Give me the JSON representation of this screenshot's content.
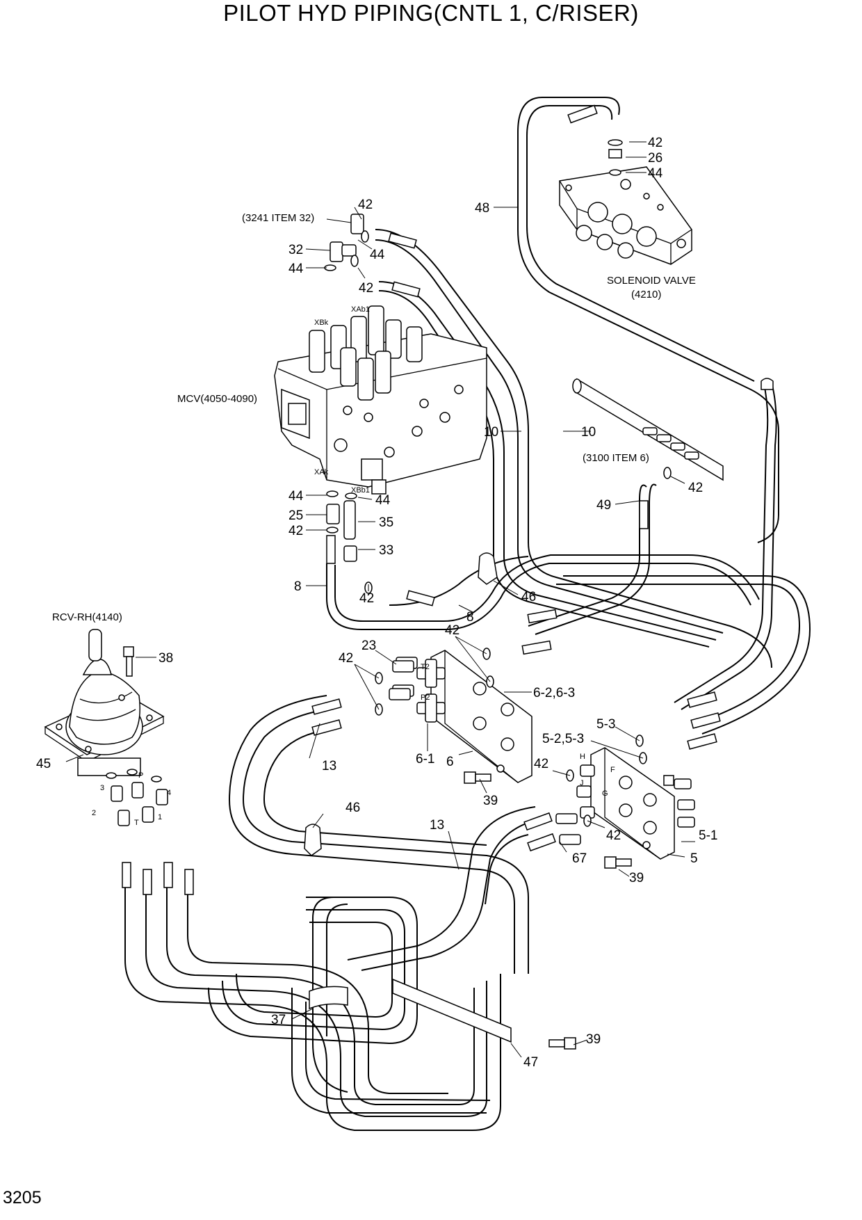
{
  "title": "PILOT HYD PIPING(CNTL 1, C/RISER)",
  "page_number": "3205",
  "components": {
    "mcv": "MCV(4050-4090)",
    "solenoid_valve": "SOLENOID VALVE",
    "solenoid_valve_ref": "(4210)",
    "rcv": "RCV-RH(4140)",
    "item_3241": "(3241 ITEM 32)",
    "item_3100": "(3100 ITEM 6)"
  },
  "ports": {
    "xbk": "XBk",
    "xab1": "XAb1",
    "xak": "XAk",
    "xbb1": "XBb1",
    "t2": "T2",
    "p2": "P2",
    "h": "H",
    "f": "F",
    "j": "J",
    "g": "G",
    "rcv_3": "3",
    "rcv_p": "P",
    "rcv_4": "4",
    "rcv_2": "2",
    "rcv_t": "T",
    "rcv_1": "1"
  },
  "callouts": [
    {
      "id": "c42a",
      "text": "42"
    },
    {
      "id": "c26",
      "text": "26"
    },
    {
      "id": "c44a",
      "text": "44"
    },
    {
      "id": "c48",
      "text": "48"
    },
    {
      "id": "c42b",
      "text": "42"
    },
    {
      "id": "c32",
      "text": "32"
    },
    {
      "id": "c44b",
      "text": "44"
    },
    {
      "id": "c44c",
      "text": "44"
    },
    {
      "id": "c42c",
      "text": "42"
    },
    {
      "id": "c10a",
      "text": "10"
    },
    {
      "id": "c10b",
      "text": "10"
    },
    {
      "id": "c42d",
      "text": "42"
    },
    {
      "id": "c49",
      "text": "49"
    },
    {
      "id": "c44d",
      "text": "44"
    },
    {
      "id": "c44e",
      "text": "44"
    },
    {
      "id": "c25",
      "text": "25"
    },
    {
      "id": "c35",
      "text": "35"
    },
    {
      "id": "c42e",
      "text": "42"
    },
    {
      "id": "c33",
      "text": "33"
    },
    {
      "id": "c8a",
      "text": "8"
    },
    {
      "id": "c42f",
      "text": "42"
    },
    {
      "id": "c46a",
      "text": "46"
    },
    {
      "id": "c8b",
      "text": "8"
    },
    {
      "id": "c42g",
      "text": "42"
    },
    {
      "id": "c38",
      "text": "38"
    },
    {
      "id": "c42h",
      "text": "42"
    },
    {
      "id": "c23",
      "text": "23"
    },
    {
      "id": "c6-2",
      "text": "6-2,6-3"
    },
    {
      "id": "c13a",
      "text": "13"
    },
    {
      "id": "c5-3",
      "text": "5-3"
    },
    {
      "id": "c5-2",
      "text": "5-2,5-3"
    },
    {
      "id": "c6-1",
      "text": "6-1"
    },
    {
      "id": "c6",
      "text": "6"
    },
    {
      "id": "c42i",
      "text": "42"
    },
    {
      "id": "c45",
      "text": "45"
    },
    {
      "id": "c39a",
      "text": "39"
    },
    {
      "id": "c46b",
      "text": "46"
    },
    {
      "id": "c13b",
      "text": "13"
    },
    {
      "id": "c42j",
      "text": "42"
    },
    {
      "id": "c5-1",
      "text": "5-1"
    },
    {
      "id": "c67",
      "text": "67"
    },
    {
      "id": "c5",
      "text": "5"
    },
    {
      "id": "c39b",
      "text": "39"
    },
    {
      "id": "c37",
      "text": "37"
    },
    {
      "id": "c39c",
      "text": "39"
    },
    {
      "id": "c47",
      "text": "47"
    }
  ]
}
